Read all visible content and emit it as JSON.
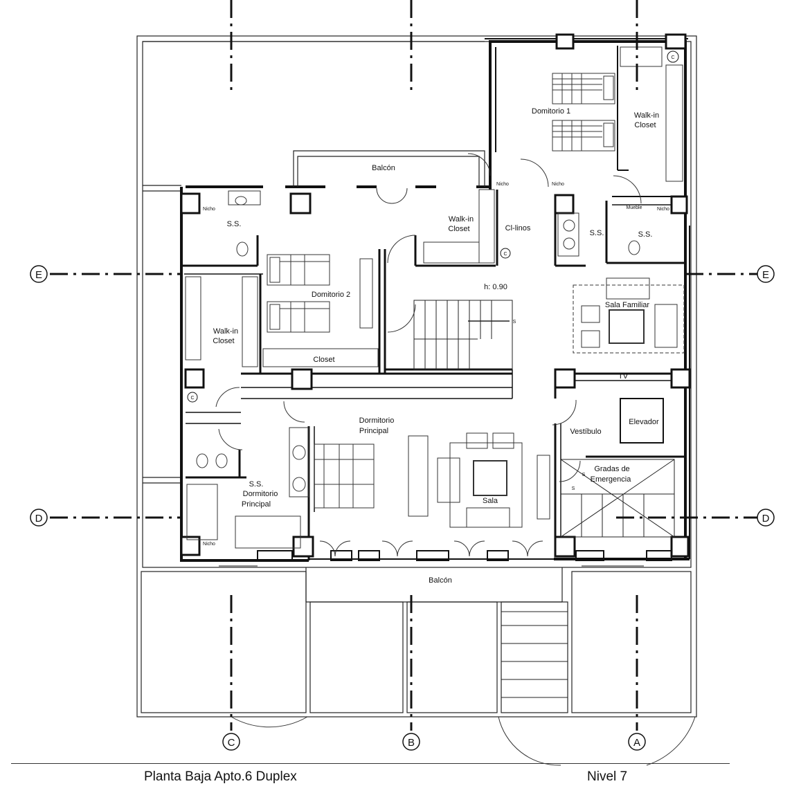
{
  "titles": {
    "left": "Planta Baja Apto.6 Duplex",
    "right": "Nivel 7"
  },
  "grid_axes": {
    "c": "C",
    "b": "B",
    "a": "A",
    "e": "E",
    "d": "D"
  },
  "rooms": {
    "balcon_top": "Balcón",
    "balcon_bottom": "Balcón",
    "dormitorio1": "Domitorio  1",
    "walkin1_a": "Walk-in",
    "walkin1_b": "Closet",
    "walkin2_a": "Walk-in",
    "walkin2_b": "Closet",
    "walkin3_a": "Walk-in",
    "walkin3_b": "Closet",
    "cl_linos": "Cl-linos",
    "ss_1": "S.S.",
    "ss_2": "S.S.",
    "ss_3": "S.S.",
    "dormitorio2": "Domitorio  2",
    "closet": "Closet",
    "sala_familiar": "Sala Familiar",
    "tv": "TV",
    "dorm_principal_a": "Dormitorio",
    "dorm_principal_b": "Principal",
    "vestibulo": "Vestíbulo",
    "elevador": "Elevador",
    "gradas_a": "Gradas de",
    "gradas_b": "Emergencia",
    "ss_principal_a": "S.S.",
    "ss_principal_b": "Dormitorio",
    "ss_principal_c": "Principal",
    "sala": "Sala",
    "stair_height": "h: 0.90"
  },
  "small_labels": {
    "nicho_1": "Nicho",
    "nicho_2": "Nicho",
    "nicho_3": "Nicho",
    "nicho_4": "Nicho",
    "nicho_5": "Nicho",
    "mueble": "Mueble",
    "c_1": "C",
    "c_2": "C",
    "c_3": "C",
    "s_1": "S",
    "s_2": "S",
    "s_3": "S"
  }
}
